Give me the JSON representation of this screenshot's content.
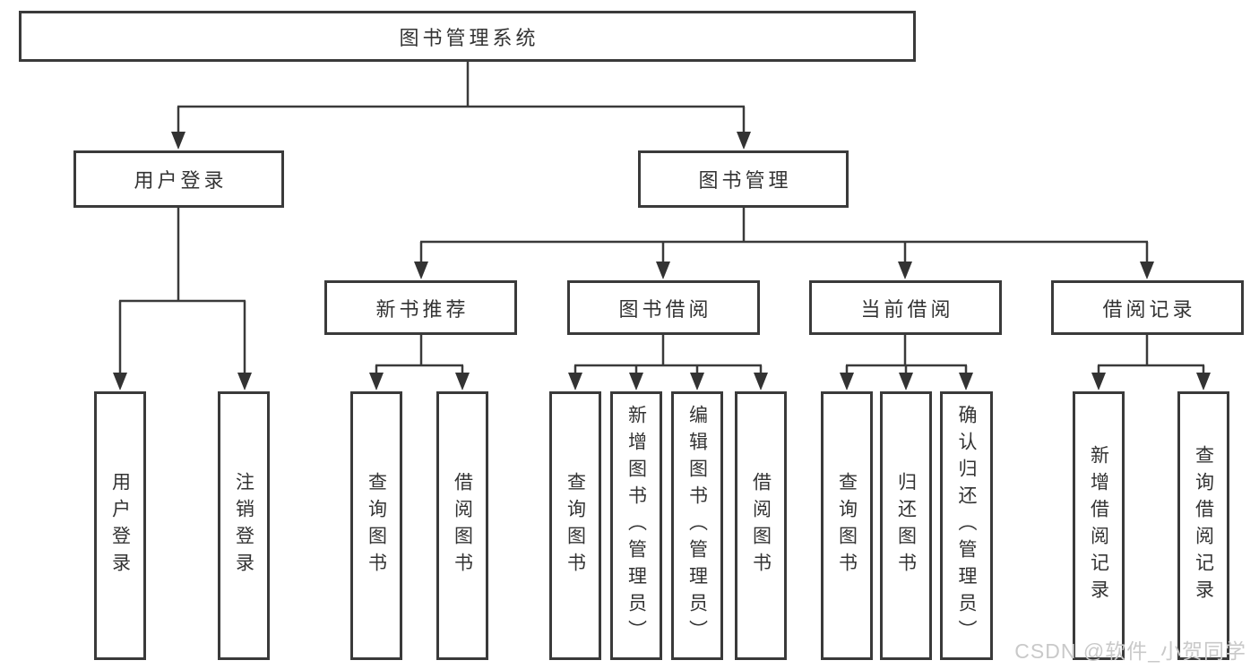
{
  "colors": {
    "line": "#3a3a3a",
    "text": "#333333",
    "box_background": "#ffffff",
    "page_background": "#ffffff",
    "watermark": "#c9c9c9"
  },
  "watermark": {
    "text": "CSDN @软件_小贺同学"
  },
  "diagram": {
    "type": "tree",
    "root": {
      "label": "图书管理系统",
      "children": [
        {
          "label": "用户登录",
          "children": [
            {
              "label": "用户登录"
            },
            {
              "label": "注销登录"
            }
          ]
        },
        {
          "label": "图书管理",
          "children": [
            {
              "label": "新书推荐",
              "children": [
                {
                  "label": "查询图书"
                },
                {
                  "label": "借阅图书"
                }
              ]
            },
            {
              "label": "图书借阅",
              "children": [
                {
                  "label": "查询图书"
                },
                {
                  "label": "新增图书（管理员）"
                },
                {
                  "label": "编辑图书（管理员）"
                },
                {
                  "label": "借阅图书"
                }
              ]
            },
            {
              "label": "当前借阅",
              "children": [
                {
                  "label": "查询图书"
                },
                {
                  "label": "归还图书"
                },
                {
                  "label": "确认归还（管理员）"
                }
              ]
            },
            {
              "label": "借阅记录",
              "children": [
                {
                  "label": "新增借阅记录"
                },
                {
                  "label": "查询借阅记录"
                }
              ]
            }
          ]
        }
      ]
    }
  }
}
